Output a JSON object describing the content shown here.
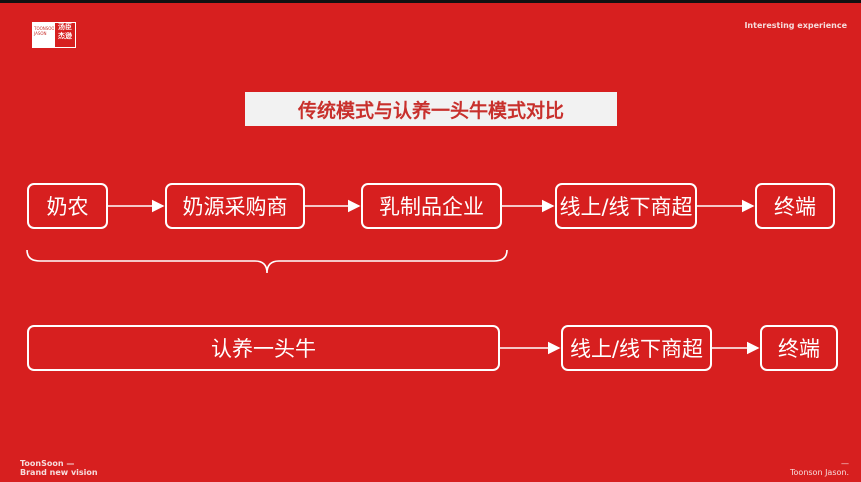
{
  "logo": {
    "en": "TOONSOON JASON",
    "cn": "汤臣杰逊"
  },
  "header_right": "Interesting experience",
  "title": "传统模式与认养一头牛模式对比",
  "row1": [
    "奶农",
    "奶源采购商",
    "乳制品企业",
    "线上/线下商超",
    "终端"
  ],
  "row2": [
    "认养一头牛",
    "线上/线下商超",
    "终端"
  ],
  "footer_left": {
    "line1": "ToonSoon —",
    "line2": "Brand new vision"
  },
  "footer_right": {
    "dash": "—",
    "text": "Toonson Jason."
  }
}
